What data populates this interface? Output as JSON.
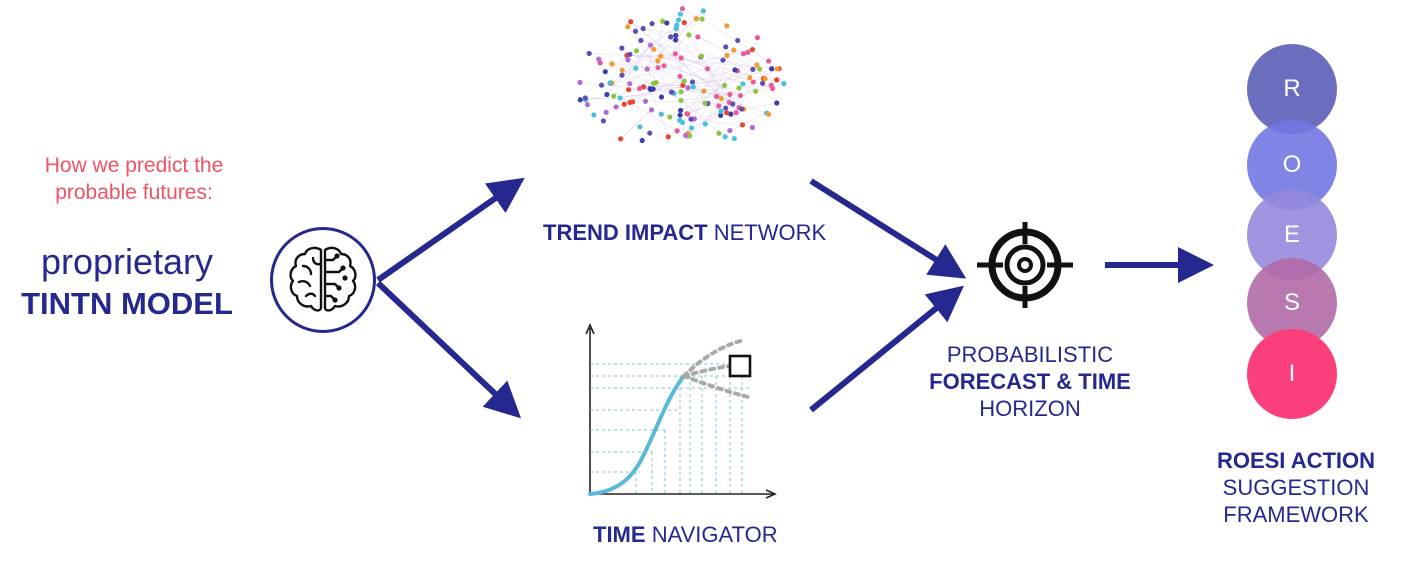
{
  "intro": {
    "line1": "How we predict  the",
    "line2": "probable futures:"
  },
  "model": {
    "line1": "proprietary",
    "line2": "TINTN MODEL"
  },
  "trend_label": {
    "bold": "TREND IMPACT",
    "regular": "NETWORK"
  },
  "time_label": {
    "bold": "TIME",
    "regular": "NAVIGATOR"
  },
  "forecast_label": {
    "line1": "PROBABILISTIC",
    "line2": "FORECAST & TIME",
    "line3": "HORIZON"
  },
  "roesi": {
    "letters": [
      "R",
      "O",
      "E",
      "S",
      "I"
    ],
    "colors": [
      "#5b5fb7",
      "#7378e3",
      "#9589dd",
      "#b16aa8",
      "#fb3f7b"
    ],
    "label_line1": "ROESI ACTION",
    "label_line2": "SUGGESTION",
    "label_line3": "FRAMEWORK"
  },
  "colors": {
    "navy": "#25298f",
    "intro_red": "#f05366",
    "curve": "#5ab9d6"
  }
}
